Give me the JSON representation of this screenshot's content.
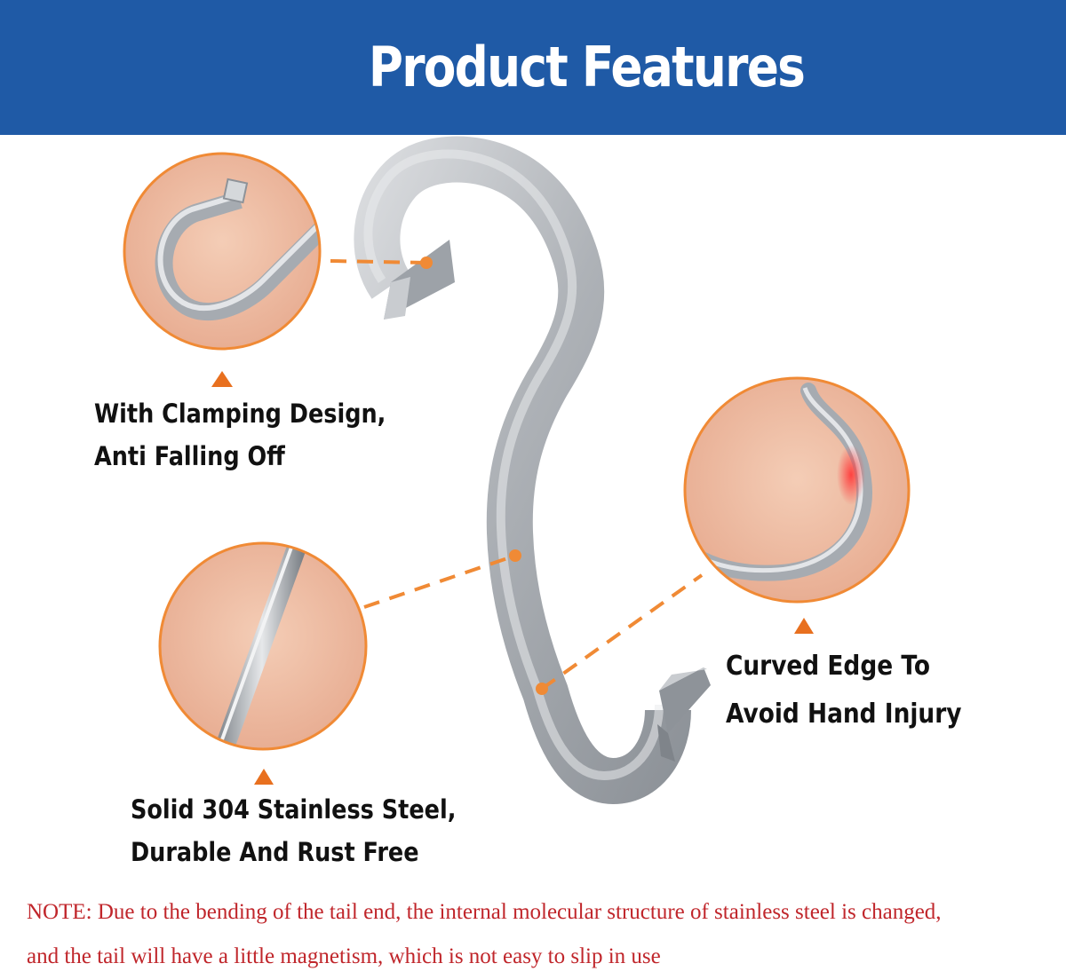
{
  "header": {
    "title": "Product Features"
  },
  "features": [
    {
      "line1": "With Clamping Design,",
      "line2": "Anti Falling Off"
    },
    {
      "line1": "Solid 304 Stainless Steel,",
      "line2": "Durable And Rust Free"
    },
    {
      "line1": "Curved Edge To",
      "line2": "Avoid Hand Injury"
    }
  ],
  "note": {
    "line1": "NOTE: Due to the bending of the tail end, the internal molecular structure of stainless steel is changed,",
    "line2": "and the tail will have a little magnetism, which is not easy to slip in use"
  },
  "colors": {
    "header_bg": "#1f5aa6",
    "accent": "#f08a35",
    "note_text": "#c0262b",
    "steel": "#b9bcc0"
  }
}
